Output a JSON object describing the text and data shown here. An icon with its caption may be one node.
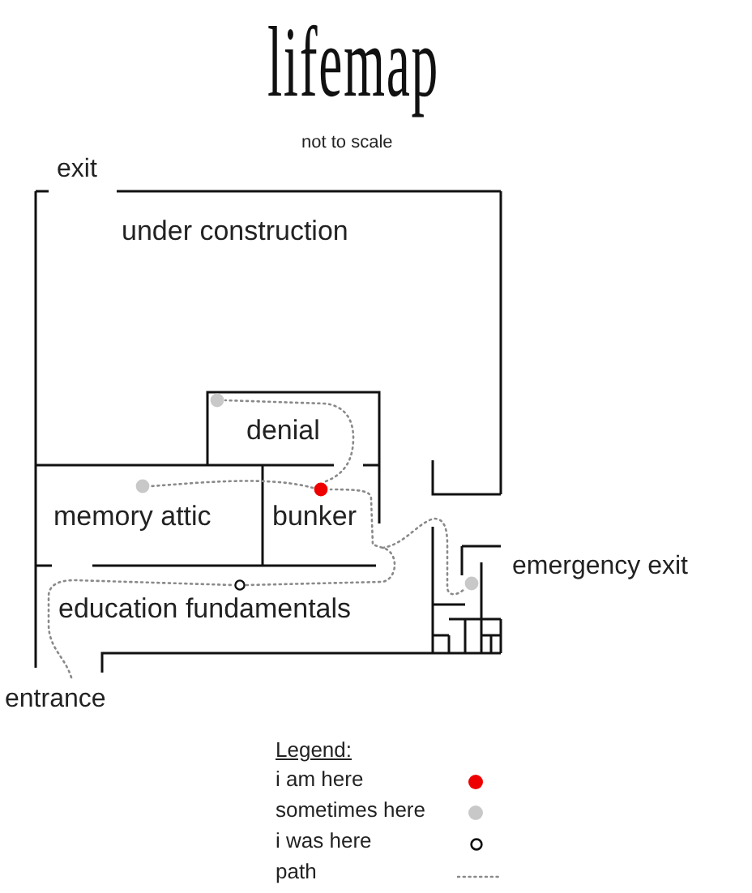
{
  "diagram": {
    "title": "lifemap",
    "labels": [
      "not to scale",
      "exit",
      "under construction",
      "denial",
      "memory attic",
      "bunker",
      "emergency exit",
      "education fundamentals",
      "entrance",
      "Legend:"
    ],
    "legend": [
      {
        "text": "i am here",
        "color": "#ee0000"
      },
      {
        "text": "sometimes here",
        "color": "#c8c8c8"
      },
      {
        "text": "i was here"
      },
      {
        "text": "path"
      }
    ]
  }
}
